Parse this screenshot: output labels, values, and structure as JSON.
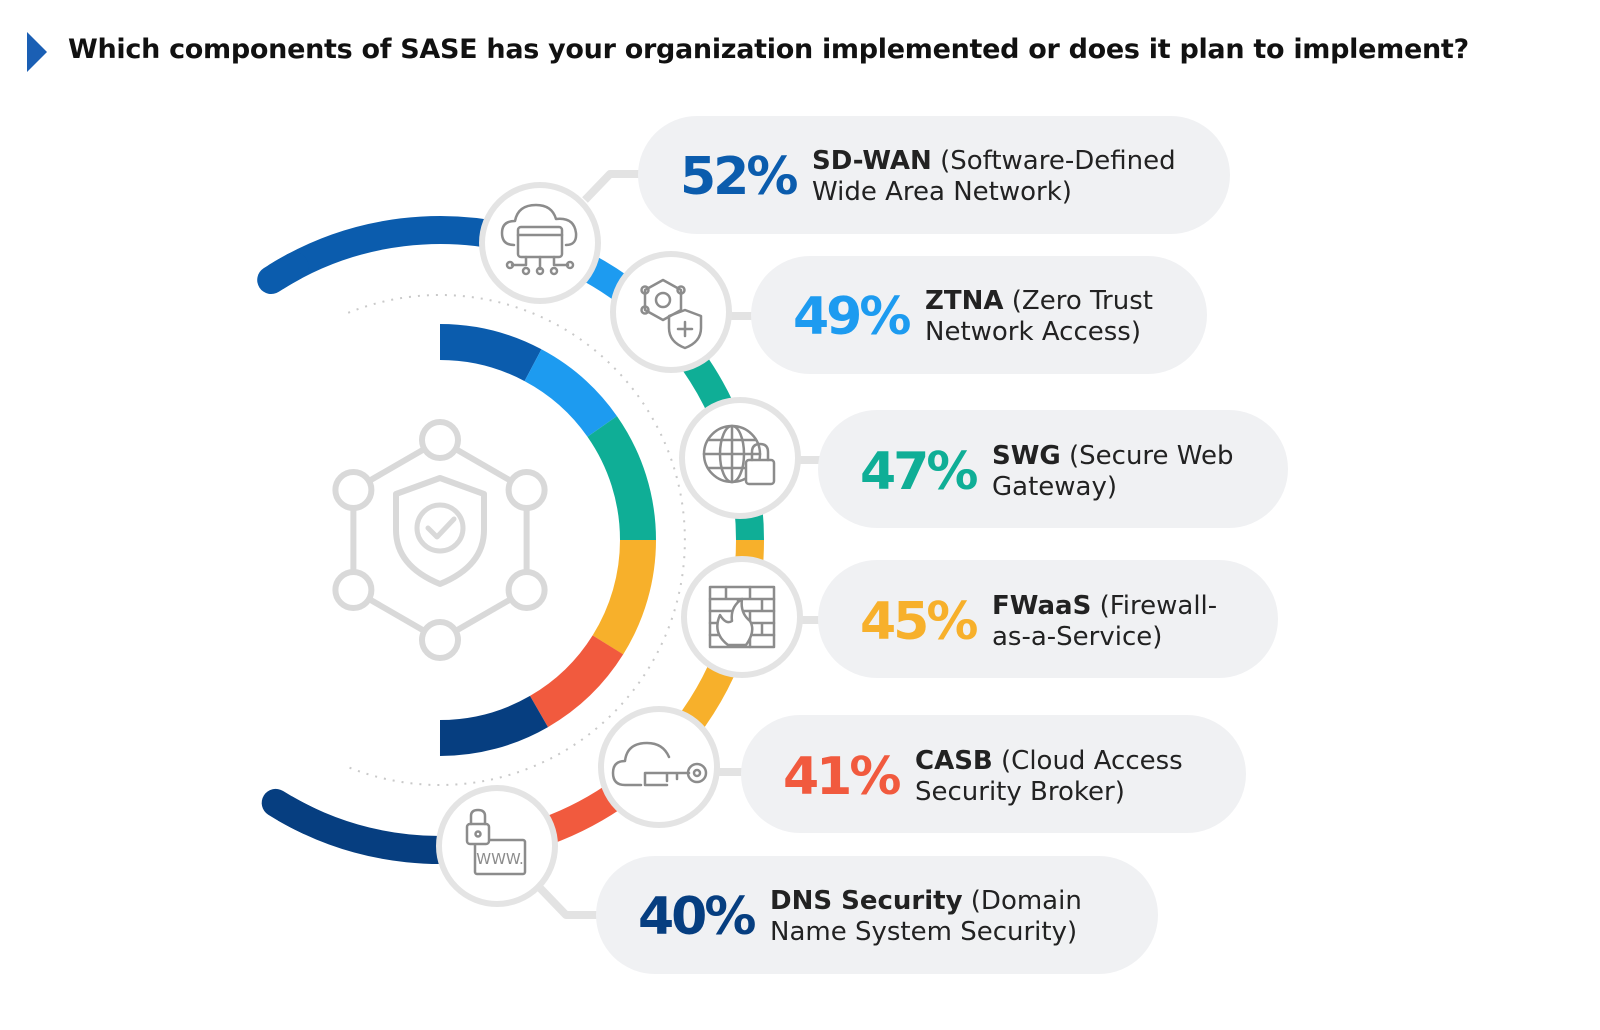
{
  "title": "Which components of SASE has your organization implemented or does it plan to implement?",
  "chart_data": {
    "type": "bar",
    "title": "Which components of SASE has your organization implemented or does it plan to implement?",
    "unit": "%",
    "categories": [
      "SD-WAN",
      "ZTNA",
      "SWG",
      "FWaaS",
      "CASB",
      "DNS Security"
    ],
    "values": [
      52,
      49,
      47,
      45,
      41,
      40
    ],
    "items": [
      {
        "value": 52,
        "value_label": "52%",
        "abbr": "SD-WAN",
        "rest_line1": "(Software-Defined",
        "line2": "Wide Area Network)",
        "color": "#0b5cad",
        "icon": "cloud-network-icon"
      },
      {
        "value": 49,
        "value_label": "49%",
        "abbr": "ZTNA",
        "rest_line1": "(Zero Trust",
        "line2": "Network Access)",
        "color": "#1d9bf0",
        "icon": "shield-network-icon"
      },
      {
        "value": 47,
        "value_label": "47%",
        "abbr": "SWG",
        "rest_line1": "(Secure Web",
        "line2": "Gateway)",
        "color": "#0fae96",
        "icon": "globe-lock-icon"
      },
      {
        "value": 45,
        "value_label": "45%",
        "abbr": "FWaaS",
        "rest_line1": "(Firewall-",
        "line2": "as-a-Service)",
        "color": "#f7b02b",
        "icon": "firewall-icon"
      },
      {
        "value": 41,
        "value_label": "41%",
        "abbr": "CASB",
        "rest_line1": "(Cloud Access",
        "line2": "Security Broker)",
        "color": "#f15a3e",
        "icon": "cloud-key-icon"
      },
      {
        "value": 40,
        "value_label": "40%",
        "abbr": "DNS Security",
        "rest_line1": "(Domain",
        "line2": "Name System Security)",
        "color": "#063e80",
        "icon": "www-lock-icon"
      }
    ],
    "legend": "none",
    "grid": false
  },
  "icons": {
    "center": "shield-check-network-icon",
    "title_marker": "triangle-marker-icon"
  },
  "colors": {
    "pill_background": "#f0f1f3",
    "icon_stroke": "#8c8c8c",
    "decor_gray": "#d9d9d9",
    "title_marker": "#1a5fb4"
  },
  "icon_text": {
    "www": "WWW."
  }
}
